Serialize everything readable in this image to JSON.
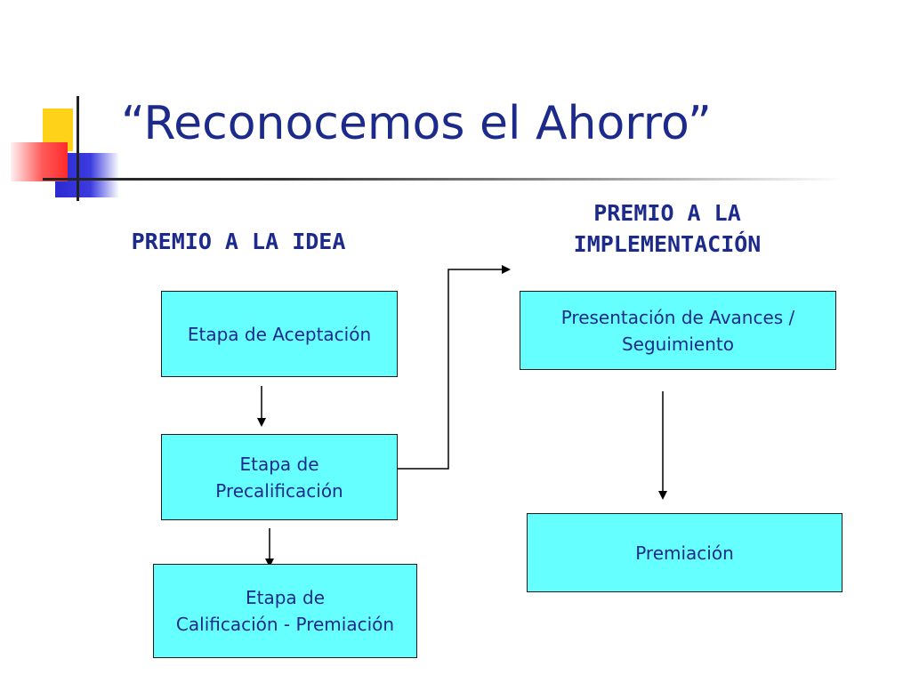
{
  "slide": {
    "title": "“Reconocemos el Ahorro”"
  },
  "sections": {
    "left_heading": "PREMIO A LA IDEA",
    "right_heading_line1": "PREMIO A LA",
    "right_heading_line2": "IMPLEMENTACIÓN"
  },
  "boxes": {
    "aceptacion": "Etapa de Aceptación",
    "precalificacion": "Etapa de\nPrecalificación",
    "calificacion": "Etapa de\nCalificación - Premiación",
    "avances": "Presentación de Avances /\nSeguimiento",
    "premiacion": "Premiación"
  },
  "colors": {
    "title_text": "#1c2a8c",
    "box_fill": "#66ffff",
    "accent_yellow": "#ffd21a",
    "accent_blue": "#2a2ad0",
    "accent_red": "#ff2a2a"
  }
}
